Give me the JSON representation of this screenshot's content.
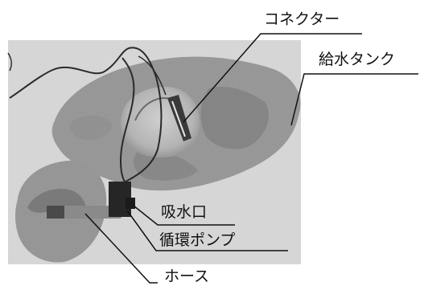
{
  "labels": {
    "connector": "コネクター",
    "water_tank": "給水タンク",
    "intake": "吸水口",
    "circulation_pump": "循環ポンプ",
    "hose": "ホース"
  },
  "colors": {
    "photo_background": "#d6d6d6",
    "rock_light": "#a2a2a2",
    "rock_mid": "#8a8a8a",
    "rock_dark": "#5a5a5a",
    "basin": "#bcbcbc",
    "pump": "#262626",
    "hose": "#8a8a8a",
    "leader_line": "#111111"
  }
}
